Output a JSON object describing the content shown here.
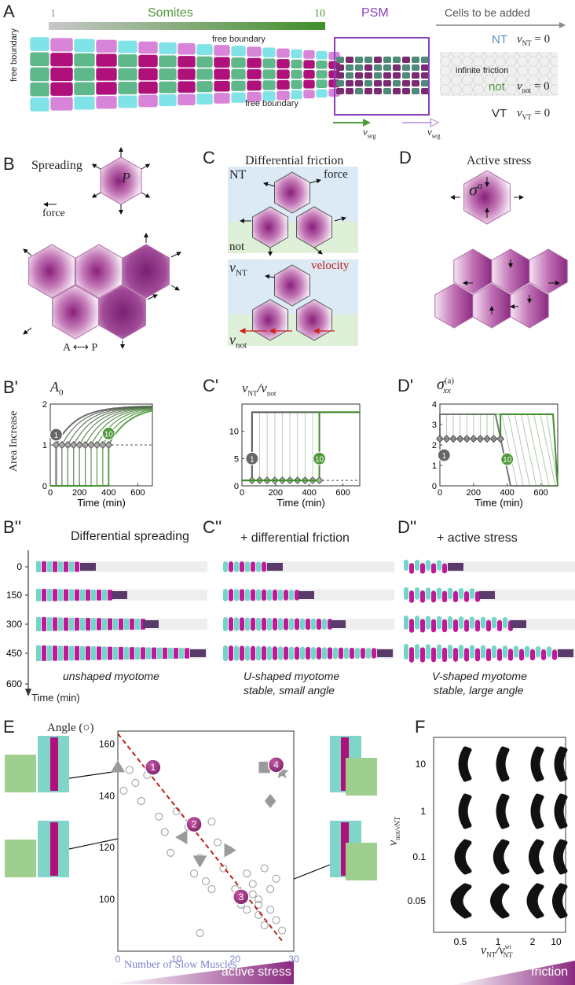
{
  "panels": {
    "A": "A",
    "B": "B",
    "C": "C",
    "D": "D",
    "Bp": "B'",
    "Cp": "C'",
    "Dp": "D'",
    "Bpp": "B''",
    "Cpp": "C''",
    "Dpp": "D''",
    "E": "E",
    "F": "F"
  },
  "panelA": {
    "somites_label": "Somites",
    "somite_start": "1",
    "somite_end": "10",
    "psm_label": "PSM",
    "cells_added": "Cells to be added",
    "free_boundary_top": "free boundary",
    "free_boundary_left": "free boundary",
    "free_boundary_bottom": "free boundary",
    "infinite_friction": "infinite friction",
    "nt": "NT",
    "not": "not",
    "vt": "VT",
    "v_nt": "v",
    "v_nt_sub": "NT",
    "v_not": "v",
    "v_not_sub": "not",
    "v_vt": "v",
    "v_vt_sub": "VT",
    "eq_zero": "= 0",
    "vseg": "v",
    "vseg_sub": "seg",
    "colors": {
      "somite_green": "#4f9a3a",
      "psm": "#8a3fc0",
      "magenta": "#b0107a",
      "cyan": "#7fe3e8",
      "teal": "#5fb88a"
    }
  },
  "panelB": {
    "title": "Spreading",
    "cell": "P",
    "force": "force",
    "axis_a": "A",
    "axis_p": "P"
  },
  "panelC": {
    "title": "Differential friction",
    "nt": "NT",
    "force": "force",
    "not": "not",
    "nu_nt": "ν",
    "nu_nt_sub": "NT",
    "velocity": "velocity",
    "nu_not": "ν",
    "nu_not_sub": "not"
  },
  "panelD": {
    "title": "Active stress",
    "sigma": "σ",
    "sigma_sup": "a"
  },
  "chart_data": [
    {
      "type": "line",
      "title": "A",
      "title_sub": "0",
      "xlabel": "Time (min)",
      "ylabel": "Area Increase",
      "xlim": [
        0,
        700
      ],
      "ylim": [
        0,
        2
      ],
      "x_ticks": [
        "0",
        "200",
        "400",
        "600"
      ],
      "y_ticks": [
        "0",
        "1",
        "2"
      ],
      "series_start_times": [
        40,
        80,
        120,
        160,
        200,
        240,
        280,
        320,
        360,
        400
      ],
      "badge_first": "1",
      "badge_last": "10",
      "baseline": 1
    },
    {
      "type": "line",
      "title": "ν",
      "title_rest": "NT/ν",
      "title_sub1": "NT",
      "title_sub2": "not",
      "xlabel": "Time (min)",
      "xlim": [
        0,
        700
      ],
      "ylim": [
        0,
        15
      ],
      "x_ticks": [
        "0",
        "200",
        "400",
        "600"
      ],
      "y_ticks": [
        "0",
        "5",
        "10"
      ],
      "low_value": 1,
      "high_value": 13.5,
      "series_step_times": [
        60,
        105,
        150,
        195,
        240,
        285,
        330,
        375,
        420,
        460
      ],
      "badge_first": "1",
      "badge_last": "10"
    },
    {
      "type": "line",
      "title": "σ",
      "title_sup": "(a)",
      "title_sub": "xx",
      "xlabel": "Time (min)",
      "xlim": [
        0,
        700
      ],
      "ylim": [
        0,
        4
      ],
      "x_ticks": [
        "0",
        "200",
        "400",
        "600"
      ],
      "y_ticks": [
        "0",
        "1",
        "2",
        "3",
        "4"
      ],
      "start_value": 2.3,
      "peak_value": 3.5,
      "series_start_times": [
        0,
        40,
        80,
        120,
        160,
        200,
        240,
        280,
        320,
        360
      ],
      "badge_first": "1",
      "badge_last": "10"
    },
    {
      "type": "scatter",
      "title": "Angle (○)",
      "xlabel": "Number of Slow Muscles",
      "xlim": [
        0,
        30
      ],
      "ylim": [
        80,
        165
      ],
      "x_ticks": [
        "0",
        "10",
        "20",
        "30"
      ],
      "y_ticks": [
        "100",
        "120",
        "140",
        "160"
      ],
      "points": [
        [
          1,
          142
        ],
        [
          2,
          150
        ],
        [
          3,
          145
        ],
        [
          4,
          138
        ],
        [
          5,
          148
        ],
        [
          7,
          132
        ],
        [
          8,
          126
        ],
        [
          9,
          118
        ],
        [
          10,
          134
        ],
        [
          12,
          128
        ],
        [
          13,
          110
        ],
        [
          14,
          116
        ],
        [
          15,
          107
        ],
        [
          16,
          130
        ],
        [
          17,
          122
        ],
        [
          18,
          112
        ],
        [
          19,
          119
        ],
        [
          20,
          104
        ],
        [
          21,
          98
        ],
        [
          22,
          110
        ],
        [
          22,
          96
        ],
        [
          23,
          106
        ],
        [
          23,
          102
        ],
        [
          24,
          100
        ],
        [
          24,
          94
        ],
        [
          25,
          112
        ],
        [
          25,
          90
        ],
        [
          26,
          104
        ],
        [
          26,
          96
        ],
        [
          27,
          92
        ],
        [
          27,
          108
        ],
        [
          28,
          88
        ],
        [
          14,
          87
        ],
        [
          16,
          104
        ],
        [
          24,
          98
        ]
      ],
      "highlights": [
        {
          "label": "1",
          "x": 6,
          "y": 151
        },
        {
          "label": "2",
          "x": 13,
          "y": 129
        },
        {
          "label": "3",
          "x": 21,
          "y": 101
        },
        {
          "label": "4",
          "x": 27,
          "y": 152
        }
      ],
      "fit_line": [
        [
          0,
          164
        ],
        [
          28,
          84
        ]
      ],
      "gray_markers": [
        {
          "shape": "triangle-up",
          "x": 0,
          "y": 151
        },
        {
          "shape": "triangle-left",
          "x": 11,
          "y": 124
        },
        {
          "shape": "triangle-down",
          "x": 14,
          "y": 115
        },
        {
          "shape": "triangle-right",
          "x": 19,
          "y": 119
        },
        {
          "shape": "square",
          "x": 25,
          "y": 151
        },
        {
          "shape": "star",
          "x": 28,
          "y": 149
        },
        {
          "shape": "diamond",
          "x": 26,
          "y": 138
        }
      ],
      "gradient_label": "active stress"
    }
  ],
  "panelBpp": {
    "title": "Differential spreading",
    "time_ticks": [
      "0",
      "150",
      "300",
      "450",
      "600"
    ],
    "time_axis": "Time (min)",
    "caption": "unshaped myotome"
  },
  "panelCpp": {
    "title": "+ differential friction",
    "caption1": "U-shaped myotome",
    "caption2": "stable, small angle"
  },
  "panelDpp": {
    "title": "+ active stress",
    "caption1": "V-shaped myotome",
    "caption2": "stable, large angle"
  },
  "panelF": {
    "ylabel": "ν",
    "ylabel_rest": "not/ν",
    "ylabel_sub": "NT",
    "xlabel": "ν",
    "xlabel_sub": "NT",
    "xlabel_rest": "/ν",
    "xlabel_sup": "wt",
    "xlabel_sub2": "NT",
    "rows": [
      "10",
      "1",
      "0.1",
      "0.05"
    ],
    "cols": [
      "0.5",
      "1",
      "2",
      "10"
    ],
    "gradient_label": "friction"
  }
}
